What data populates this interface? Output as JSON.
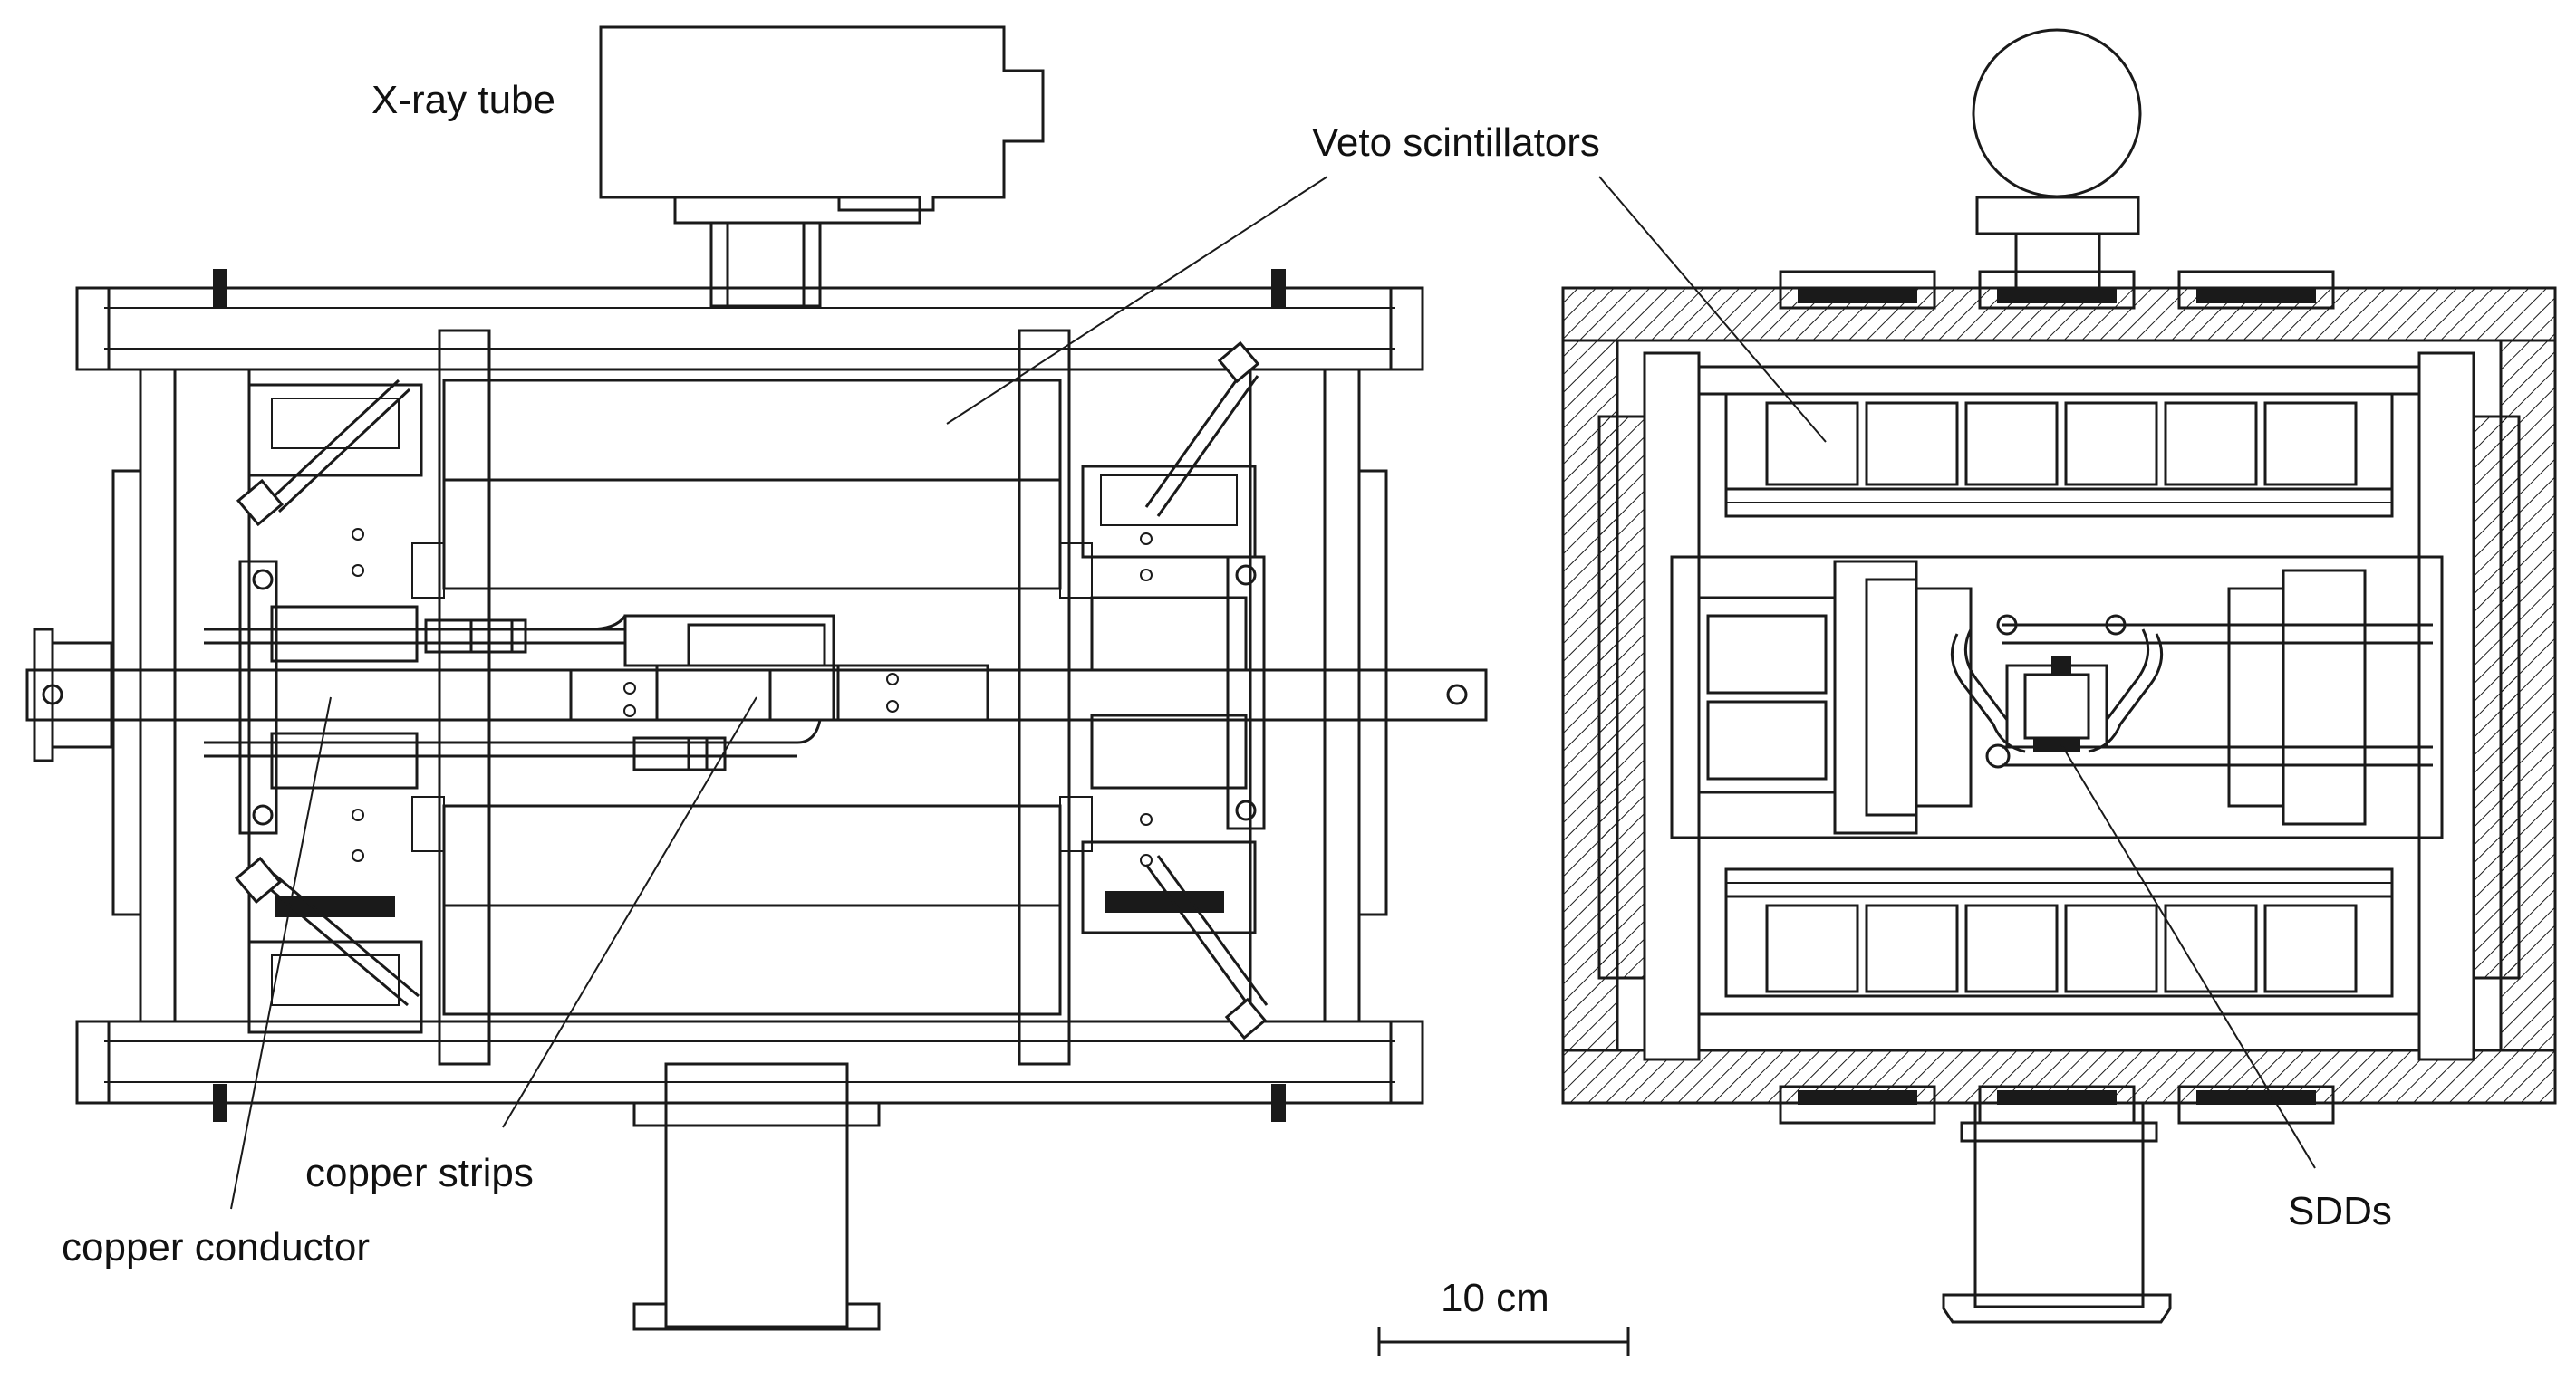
{
  "labels": {
    "xray_tube": "X-ray tube",
    "veto_scintillators": "Veto scintillators",
    "copper_strips": "copper strips",
    "copper_conductor": "copper conductor",
    "sdds": "SDDs"
  },
  "scale_bar": {
    "label": "10 cm"
  },
  "colors": {
    "line": "#1a1a1a",
    "background": "#ffffff"
  }
}
